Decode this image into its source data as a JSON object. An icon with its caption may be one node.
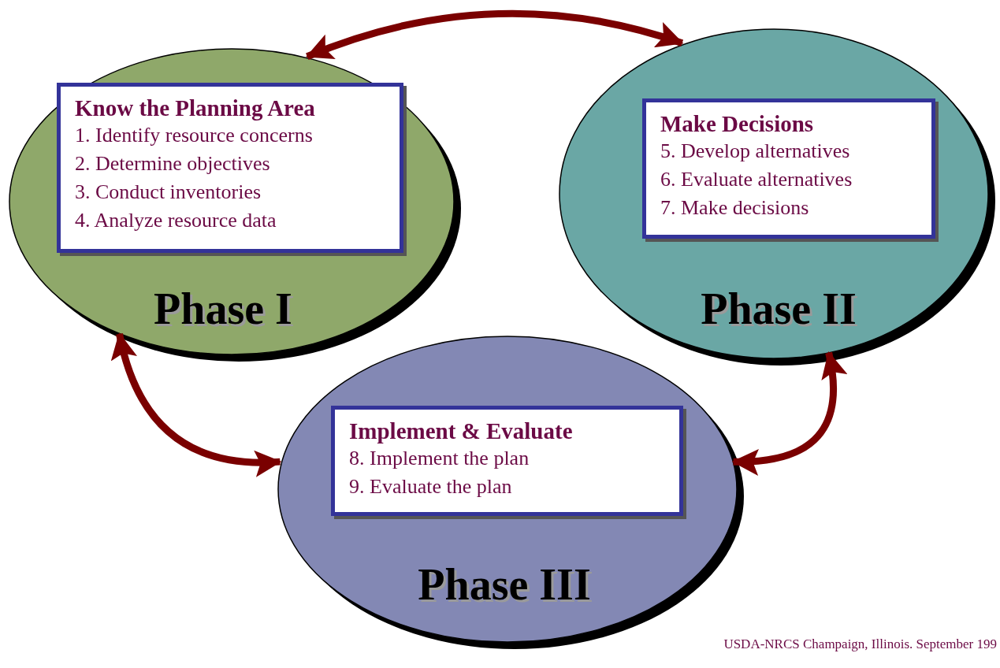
{
  "diagram": {
    "nodes": [
      {
        "text": [
          "Phase I"
        ]
      },
      {
        "text": [
          "Know the Planning Area",
          "1. Identify resource concerns",
          "2. Determine objectives",
          "3. Conduct inventories",
          "4. Analyze resource data"
        ],
        "in": 0
      },
      {
        "text": [
          "Phase II"
        ]
      },
      {
        "text": [
          "Make Decisions",
          "5. Develop alternatives",
          "6. Evaluate alternatives",
          "7. Make decisions"
        ],
        "in": 2
      },
      {
        "text": [
          "Phase III"
        ]
      },
      {
        "text": [
          "Implement & Evaluate",
          "8. Implement the plan",
          "9. Evaluate the plan"
        ],
        "in": 4
      }
    ],
    "edges": [
      {
        "from": 0,
        "to": 2,
        "arrow": "both"
      },
      {
        "from": 0,
        "to": 4,
        "arrow": "both"
      },
      {
        "from": 2,
        "to": 4,
        "arrow": "both"
      }
    ],
    "labels": [
      "USDA-NRCS Champaign, Illinois. September 199"
    ]
  }
}
